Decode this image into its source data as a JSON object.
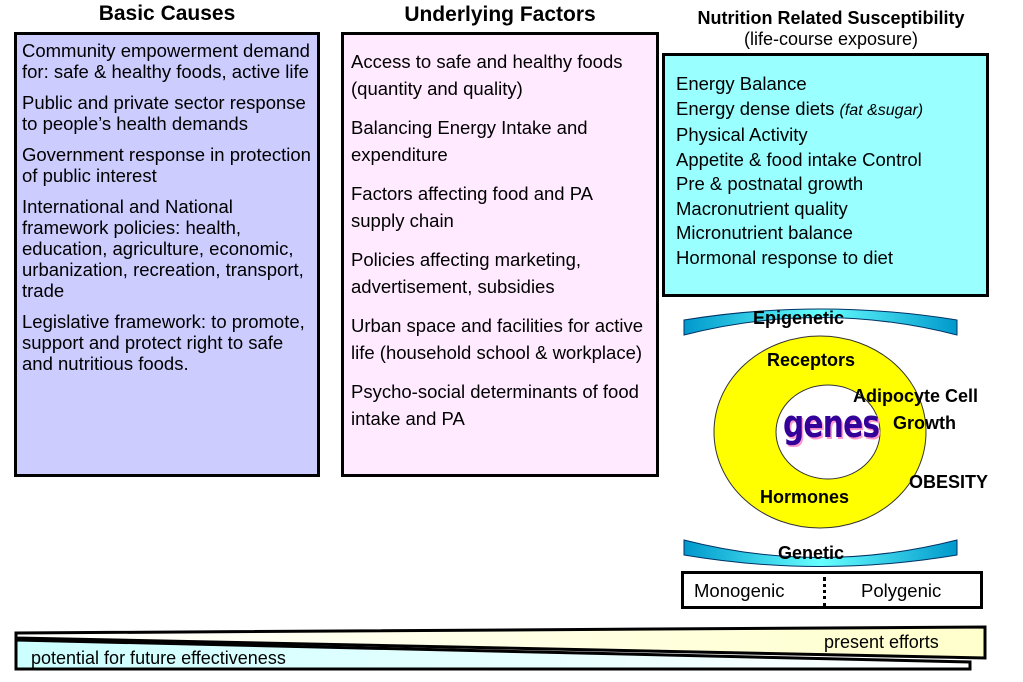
{
  "headers": {
    "basic_causes": "Basic Causes",
    "underlying_factors": "Underlying Factors",
    "nutrition_susceptibility": "Nutrition Related Susceptibility",
    "life_course": "(life-course exposure)"
  },
  "basic_causes": [
    "Community empowerment demand for: safe & healthy foods, active life",
    "Public and private sector response to people’s health demands",
    "Government response in protection of public interest",
    "International and National framework policies: health, education, agriculture, economic, urbanization, recreation, transport, trade",
    "Legislative framework: to promote, support and protect right to safe and nutritious foods."
  ],
  "underlying_factors": [
    "Access to safe and healthy foods (quantity and quality)",
    "Balancing Energy Intake and expenditure",
    "Factors affecting food and PA supply chain",
    "Policies affecting marketing, advertisement, subsidies",
    "Urban space and facilities for active life (household school & workplace)",
    "Psycho-social determinants of  food intake and PA"
  ],
  "susceptibility": {
    "energy_balance": "Energy Balance",
    "energy_dense": "Energy dense diets ",
    "energy_dense_note": "(fat &sugar)",
    "physical_activity": "Physical Activity",
    "appetite": "Appetite & food intake Control",
    "growth": "Pre & postnatal growth",
    "macronutrient": "Macronutrient quality",
    "micronutrient": "Micronutrient balance",
    "hormonal": "Hormonal response to diet"
  },
  "diagram": {
    "epigenetic": "Epigenetic",
    "receptors": "Receptors",
    "adipocyte": "Adipocyte Cell",
    "growth": "Growth",
    "obesity": "OBESITY",
    "hormones": "Hormones",
    "genes": "genes",
    "genetic": "Genetic",
    "monogenic": "Monogenic",
    "polygenic": "Polygenic"
  },
  "colors": {
    "basic_box": "#ccccff",
    "underlying_box": "#ffeaff",
    "susceptibility_box": "#99ffff",
    "ring": "#ffff00",
    "arrow_bands": "#00ccee",
    "genes_text": "#330099"
  },
  "bottom_bar": {
    "present": "present efforts",
    "future": "potential for future effectiveness"
  }
}
